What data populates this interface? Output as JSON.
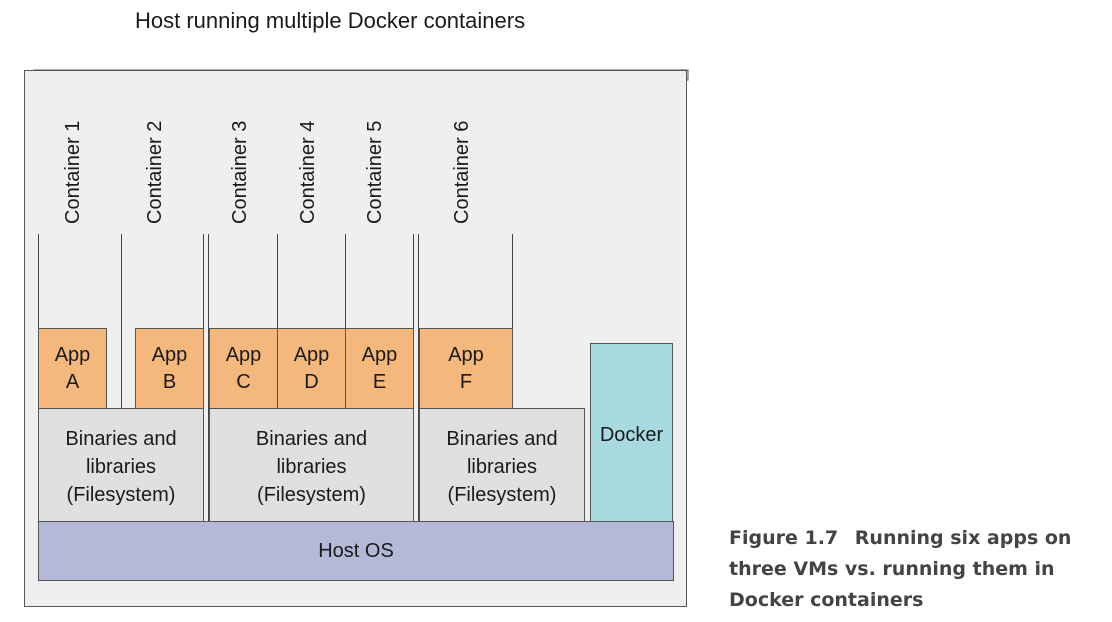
{
  "title": "Host running multiple Docker containers",
  "containers": [
    "Container 1",
    "Container 2",
    "Container 3",
    "Container 4",
    "Container 5",
    "Container 6"
  ],
  "apps": [
    {
      "line1": "App",
      "line2": "A"
    },
    {
      "line1": "App",
      "line2": "B"
    },
    {
      "line1": "App",
      "line2": "C"
    },
    {
      "line1": "App",
      "line2": "D"
    },
    {
      "line1": "App",
      "line2": "E"
    },
    {
      "line1": "App",
      "line2": "F"
    }
  ],
  "binaries": [
    {
      "line1": "Binaries and",
      "line2": "libraries",
      "line3": "(Filesystem)"
    },
    {
      "line1": "Binaries and",
      "line2": "libraries",
      "line3": "(Filesystem)"
    },
    {
      "line1": "Binaries and",
      "line2": "libraries",
      "line3": "(Filesystem)"
    }
  ],
  "docker": "Docker",
  "host_os": "Host OS",
  "caption": {
    "figure": "Figure 1.7",
    "text": "Running six apps on three VMs vs. running them in Docker containers"
  },
  "colors": {
    "app": "#f4b77c",
    "binaries": "#e0e0e0",
    "docker": "#a8dbe0",
    "host_os": "#b3b9d6",
    "host_box": "#efefef"
  }
}
